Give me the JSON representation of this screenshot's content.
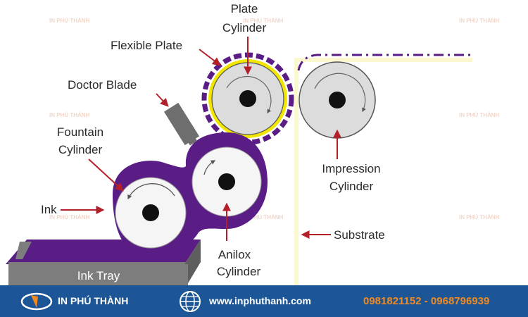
{
  "labels": {
    "plate_cylinder_1": "Plate",
    "plate_cylinder_2": "Cylinder",
    "flexible_plate": "Flexible Plate",
    "doctor_blade": "Doctor Blade",
    "fountain_cylinder_1": "Fountain",
    "fountain_cylinder_2": "Cylinder",
    "ink": "Ink",
    "ink_tray": "Ink Tray",
    "anilox_cylinder_1": "Anilox",
    "anilox_cylinder_2": "Cylinder",
    "impression_cylinder_1": "Impression",
    "impression_cylinder_2": "Cylinder",
    "substrate": "Substrate"
  },
  "watermark": "IN PHÚ THÀNH",
  "footer": {
    "brand": "IN PHÚ THÀNH",
    "website": "www.inphuthanh.com",
    "phones": "0981821152 - 0968796939"
  },
  "colors": {
    "ink_purple": "#5a1d86",
    "cylinder_gray": "#dcdcdc",
    "plate_yellow": "#f2e600",
    "substrate_cream": "#fbf7cf",
    "footer_blue": "#1d5696",
    "phone_orange": "#f28a1f",
    "arrow_red": "#b3202a"
  }
}
